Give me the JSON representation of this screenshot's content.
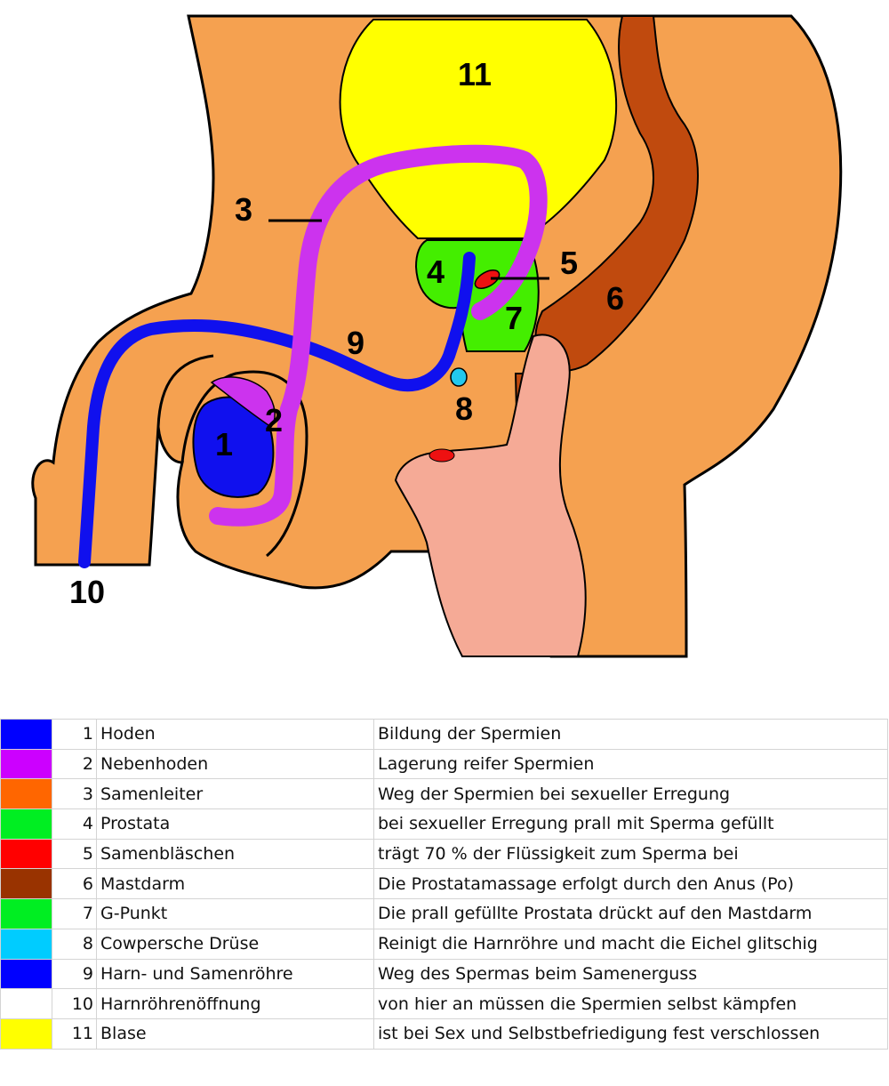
{
  "diagram": {
    "labels": {
      "l1": "1",
      "l2": "2",
      "l3": "3",
      "l4": "4",
      "l5": "5",
      "l6": "6",
      "l7": "7",
      "l8": "8",
      "l9": "9",
      "l10": "10",
      "l11": "11"
    },
    "colors": {
      "body": "#f5a150",
      "bladder": "#ffff00",
      "urethra": "#1010ee",
      "epididymis": "#cc33ee",
      "prostate": "#44ee00",
      "seminal_vesicle": "#ee1111",
      "rectum": "#c04a0e",
      "cowper_gland": "#22c8ee",
      "hand": "#f5aa96",
      "outline": "#000000"
    }
  },
  "legend": {
    "rows": [
      {
        "num": "1",
        "name": "Hoden",
        "desc": "Bildung der Spermien",
        "color": "#0000ff"
      },
      {
        "num": "2",
        "name": "Nebenhoden",
        "desc": "Lagerung reifer Spermien",
        "color": "#cc00ff"
      },
      {
        "num": "3",
        "name": "Samenleiter",
        "desc": "Weg der Spermien bei sexueller Erregung",
        "color": "#ff6600"
      },
      {
        "num": "4",
        "name": "Prostata",
        "desc": "bei sexueller Erregung prall mit Sperma gefüllt",
        "color": "#00ee22"
      },
      {
        "num": "5",
        "name": "Samenbläschen",
        "desc": "trägt 70 % der Flüssigkeit zum Sperma bei",
        "color": "#ff0000"
      },
      {
        "num": "6",
        "name": "Mastdarm",
        "desc": "Die Prostatamassage erfolgt durch den Anus (Po)",
        "color": "#993300"
      },
      {
        "num": "7",
        "name": "G-Punkt",
        "desc": "Die prall gefüllte Prostata drückt auf den Mastdarm",
        "color": "#00ee22"
      },
      {
        "num": "8",
        "name": "Cowpersche Drüse",
        "desc": "Reinigt die Harnröhre und macht die Eichel glitschig",
        "color": "#00ccff"
      },
      {
        "num": "9",
        "name": "Harn- und Samenröhre",
        "desc": "Weg des Spermas beim Samenerguss",
        "color": "#0000ff"
      },
      {
        "num": "10",
        "name": "Harnröhrenöffnung",
        "desc": "von hier an müssen die Spermien selbst kämpfen",
        "color": "#ffffff"
      },
      {
        "num": "11",
        "name": "Blase",
        "desc": "ist bei Sex und Selbstbefriedigung fest verschlossen",
        "color": "#ffff00"
      }
    ]
  }
}
